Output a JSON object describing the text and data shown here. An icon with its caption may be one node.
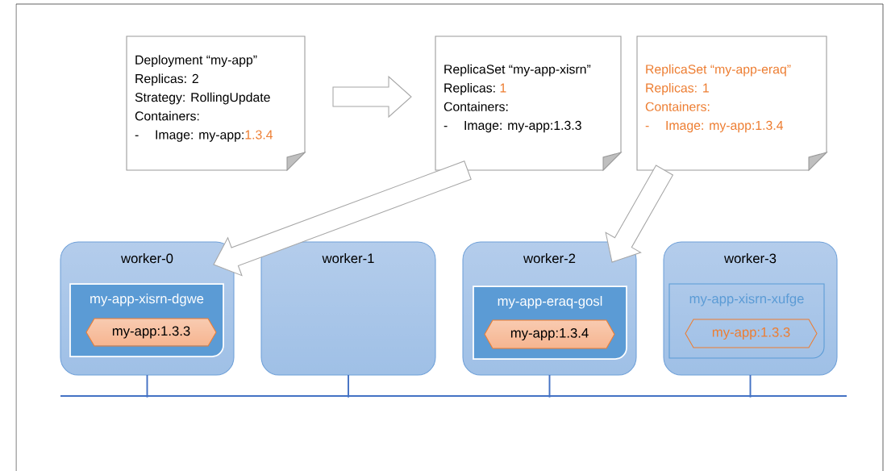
{
  "diagram": {
    "nodes": [
      {
        "text": [
          "Deployment “my-app”",
          "Replicas: 2",
          "Strategy: RollingUpdate",
          "Containers:",
          "-",
          "Image: my-app:",
          "1.3.4"
        ]
      },
      {
        "text": [
          "ReplicaSet “my-app-xisrn”",
          "Replicas:",
          "1",
          "Containers:",
          "-",
          "Image: my-app:1.3.3"
        ]
      },
      {
        "text": [
          "ReplicaSet “my-app-eraq”",
          "Replicas: 1",
          "Containers:",
          "-",
          "Image: my-app:1.3.4"
        ]
      },
      {
        "text": [
          "worker-0"
        ]
      },
      {
        "text": [
          "my-app-xisrn-dgwe"
        ],
        "in": 3
      },
      {
        "text": [
          "my-app:1.3.3"
        ],
        "in": 4
      },
      {
        "text": [
          "worker-1"
        ]
      },
      {
        "text": [
          "worker-2"
        ]
      },
      {
        "text": [
          "my-app-eraq-gosl"
        ],
        "in": 7
      },
      {
        "text": [
          "my-app:1.3.4"
        ],
        "in": 8
      },
      {
        "text": [
          "worker-3"
        ]
      },
      {
        "text": [
          "my-app-xisrn-xufge"
        ],
        "in": 10
      },
      {
        "text": [
          "my-app:1.3.3"
        ],
        "in": 11
      },
      {
        "text": [],
        "shape": "bar"
      }
    ],
    "edges": [
      {
        "from": 0,
        "to": 1,
        "arrow": "to"
      },
      {
        "from": 1,
        "to": 3,
        "arrow": "to"
      },
      {
        "from": 2,
        "to": 7,
        "arrow": "to"
      },
      {
        "from": 3,
        "to": 13,
        "arrow": "none"
      },
      {
        "from": 6,
        "to": 13,
        "arrow": "none"
      },
      {
        "from": 7,
        "to": 13,
        "arrow": "none"
      },
      {
        "from": 10,
        "to": 13,
        "arrow": "none"
      }
    ]
  }
}
